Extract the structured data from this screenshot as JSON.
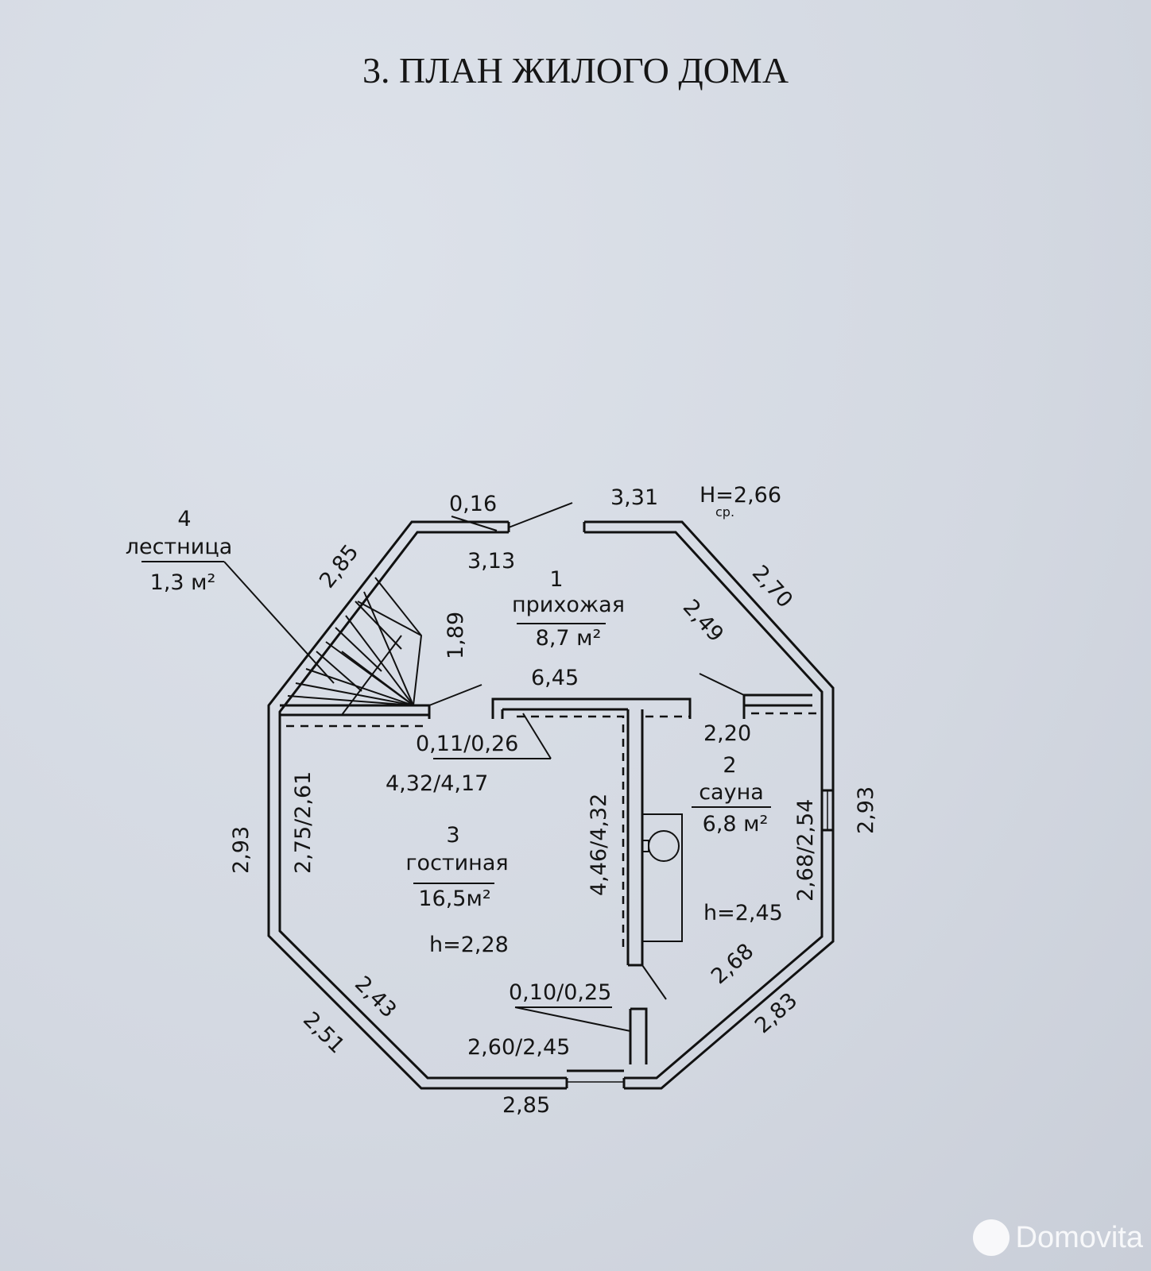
{
  "title": "3. ПЛАН ЖИЛОГО ДОМА",
  "rooms": [
    {
      "num": "1",
      "name": "прихожая",
      "area": "8,7 м²"
    },
    {
      "num": "2",
      "name": "сауна",
      "area": "6,8 м²",
      "height": "h=2,45"
    },
    {
      "num": "3",
      "name": "гостиная",
      "area": "16,5м²",
      "height": "h=2,28"
    },
    {
      "num": "4",
      "name": "лестница",
      "area": "1,3 м²"
    }
  ],
  "height_label": "H=2,66",
  "height_sub": "ср.",
  "dimensions": {
    "top_left_wall": "0,16",
    "top_right_wall": "3,31",
    "hall_top": "3,13",
    "diag_top_left": "2,85",
    "diag_top_right": "2,70",
    "hall_right": "2,49",
    "stair": "1,89",
    "partition": "6,45",
    "sauna_top": "2,20",
    "opening_a": "0,11/0,26",
    "living_top": "4,32/4,17",
    "living_left": "2,75/2,61",
    "left_wall": "2,93",
    "living_right": "4,46/4,32",
    "sauna_right": "2,68/2,54",
    "right_wall": "2,93",
    "diag_bottom_right_in": "2,68",
    "diag_bottom_right_out": "2,83",
    "opening_b": "0,10/0,25",
    "diag_bottom_left_in": "2,43",
    "diag_bottom_left_out": "2,51",
    "living_bottom": "2,60/2,45",
    "bottom_wall": "2,85"
  },
  "watermark": "Domovita"
}
